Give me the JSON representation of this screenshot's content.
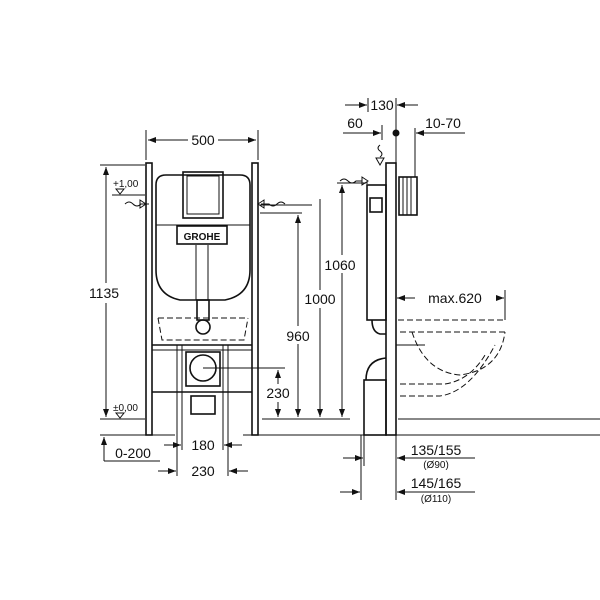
{
  "front_view": {
    "width_label": "500",
    "height_label": "1135",
    "level_top": "+1,00",
    "level_floor": "±0,00",
    "flush_height_1000": "1000",
    "outlet_height_960": "960",
    "drain_height": "230",
    "bolt_spacing": "180",
    "drain_spacing": "230",
    "floor_adjust": "0-200",
    "brand_logo": "GROHE"
  },
  "side_view": {
    "depth_label": "130",
    "offset_label": "60",
    "wall_gap_label": "10-70",
    "inlet_height": "1060",
    "bowl_projection": "max.620",
    "pipe_90_dim": "135/155",
    "pipe_90_note": "(Ø90)",
    "pipe_110_dim": "145/165",
    "pipe_110_note": "(Ø110)"
  }
}
